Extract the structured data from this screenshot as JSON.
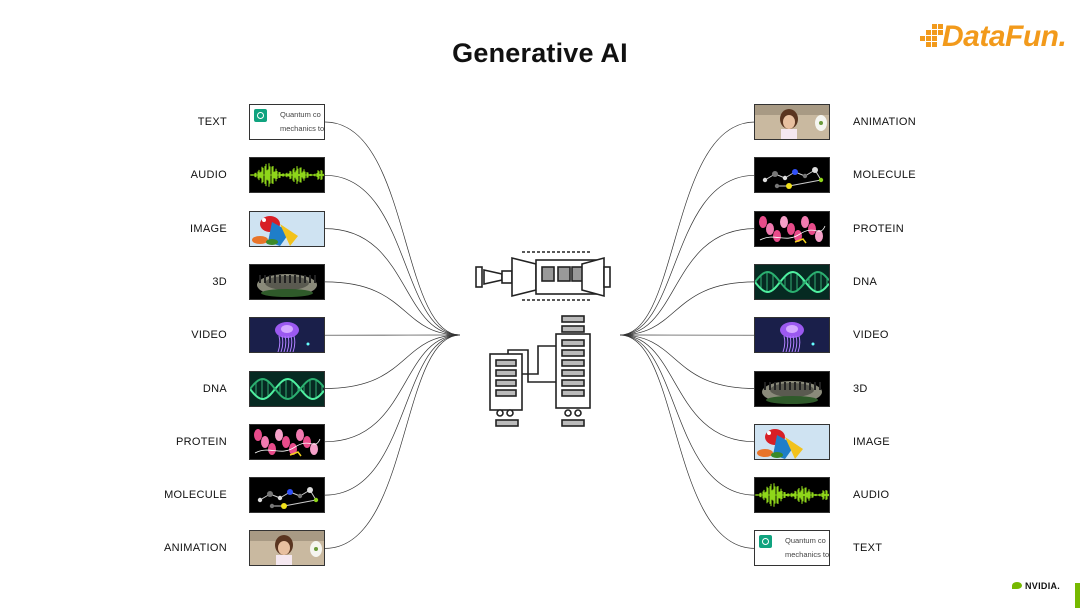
{
  "title": "Generative AI",
  "logo": {
    "text": "DataFun.",
    "color": "#f29a1b"
  },
  "left_items": [
    {
      "label": "TEXT",
      "kind": "text"
    },
    {
      "label": "AUDIO",
      "kind": "audio"
    },
    {
      "label": "IMAGE",
      "kind": "image"
    },
    {
      "label": "3D",
      "kind": "3d"
    },
    {
      "label": "VIDEO",
      "kind": "video"
    },
    {
      "label": "DNA",
      "kind": "dna"
    },
    {
      "label": "PROTEIN",
      "kind": "protein"
    },
    {
      "label": "MOLECULE",
      "kind": "molecule"
    },
    {
      "label": "ANIMATION",
      "kind": "animation"
    }
  ],
  "right_items": [
    {
      "label": "ANIMATION",
      "kind": "animation"
    },
    {
      "label": "MOLECULE",
      "kind": "molecule"
    },
    {
      "label": "PROTEIN",
      "kind": "protein"
    },
    {
      "label": "DNA",
      "kind": "dna"
    },
    {
      "label": "VIDEO",
      "kind": "video"
    },
    {
      "label": "3D",
      "kind": "3d"
    },
    {
      "label": "IMAGE",
      "kind": "image"
    },
    {
      "label": "AUDIO",
      "kind": "audio"
    },
    {
      "label": "TEXT",
      "kind": "text"
    }
  ],
  "text_thumb": {
    "line1": "Quantum co",
    "line2": "mechanics to"
  },
  "footer": {
    "brand": "NVIDIA.",
    "accent": "#76b900"
  }
}
